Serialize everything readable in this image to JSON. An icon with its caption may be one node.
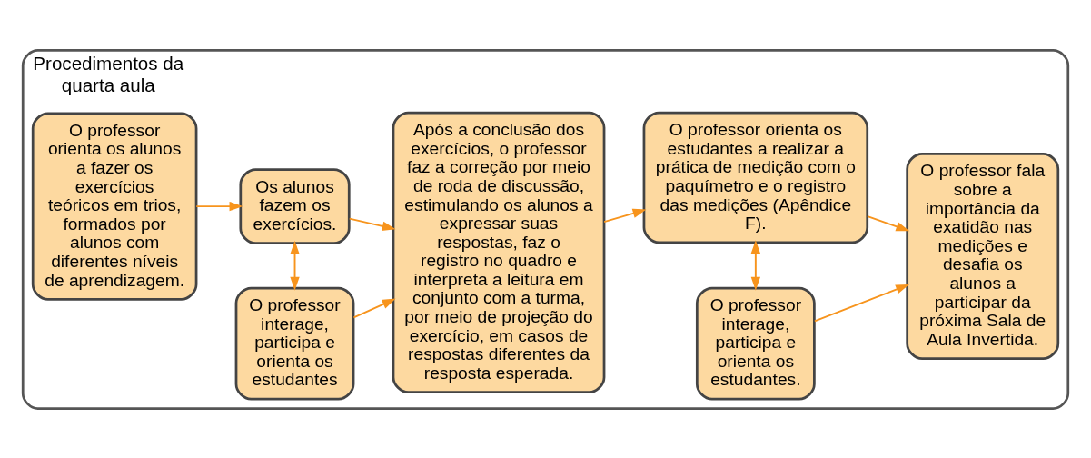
{
  "diagram": {
    "nodes": [
      {
        "text": [
          "Procedimentos da quarta aula"
        ]
      },
      {
        "text": [
          "O professor orienta os alunos a fazer os exercícios teóricos em trios, formados por alunos com diferentes níveis de aprendizagem."
        ],
        "in": 0
      },
      {
        "text": [
          "Os alunos fazem os exercícios."
        ],
        "in": 0
      },
      {
        "text": [
          "O professor interage, participa e orienta os estudantes"
        ],
        "in": 0
      },
      {
        "text": [
          "Após a conclusão dos exercícios, o professor faz a correção por meio de roda de discussão, estimulando os alunos a expressar suas respostas, faz o registro no quadro e interpreta a leitura em conjunto com a turma, por meio de projeção do exercício, em casos de respostas diferentes da resposta esperada."
        ],
        "in": 0
      },
      {
        "text": [
          "O professor orienta os estudantes a realizar a prática de medição com o paquímetro e o registro das medições (Apêndice F)."
        ],
        "in": 0
      },
      {
        "text": [
          "O professor interage, participa e orienta os estudantes."
        ],
        "in": 0
      },
      {
        "text": [
          "O professor fala sobre a importância da exatidão nas medições e desafia os alunos a participar da próxima Sala de Aula Invertida."
        ],
        "in": 0
      }
    ],
    "edges": [
      {
        "from": 1,
        "to": 2,
        "arrow": "to"
      },
      {
        "from": 2,
        "to": 4,
        "arrow": "to"
      },
      {
        "from": 2,
        "to": 3,
        "arrow": "both"
      },
      {
        "from": 3,
        "to": 4,
        "arrow": "to"
      },
      {
        "from": 4,
        "to": 5,
        "arrow": "to"
      },
      {
        "from": 5,
        "to": 6,
        "arrow": "both"
      },
      {
        "from": 5,
        "to": 7,
        "arrow": "to"
      },
      {
        "from": 6,
        "to": 7,
        "arrow": "to"
      }
    ]
  }
}
